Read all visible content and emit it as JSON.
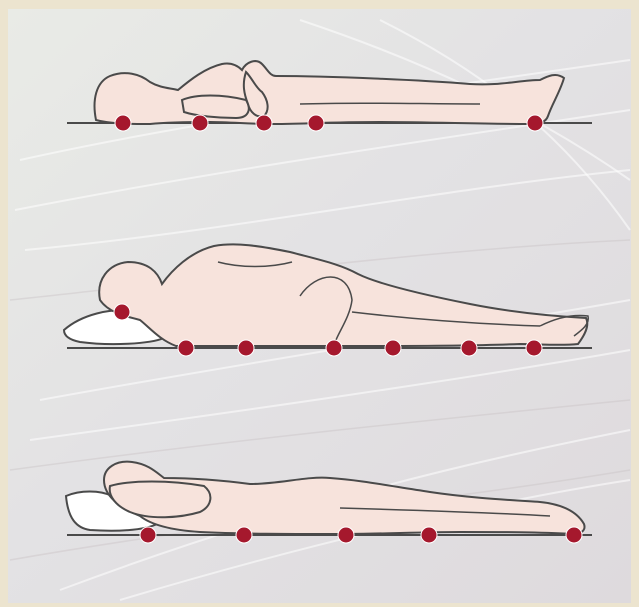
{
  "figure": {
    "frame_color": "#ece4cf",
    "background_color": "#e4e4e4",
    "body_fill": "#f7e3dc",
    "outline_color": "#4a4a4a",
    "pressure_point_color": "#a5182d",
    "poses": [
      {
        "name": "supine",
        "pressure_points": 5
      },
      {
        "name": "side-lying",
        "pressure_points": 7
      },
      {
        "name": "prone",
        "pressure_points": 5
      }
    ]
  }
}
